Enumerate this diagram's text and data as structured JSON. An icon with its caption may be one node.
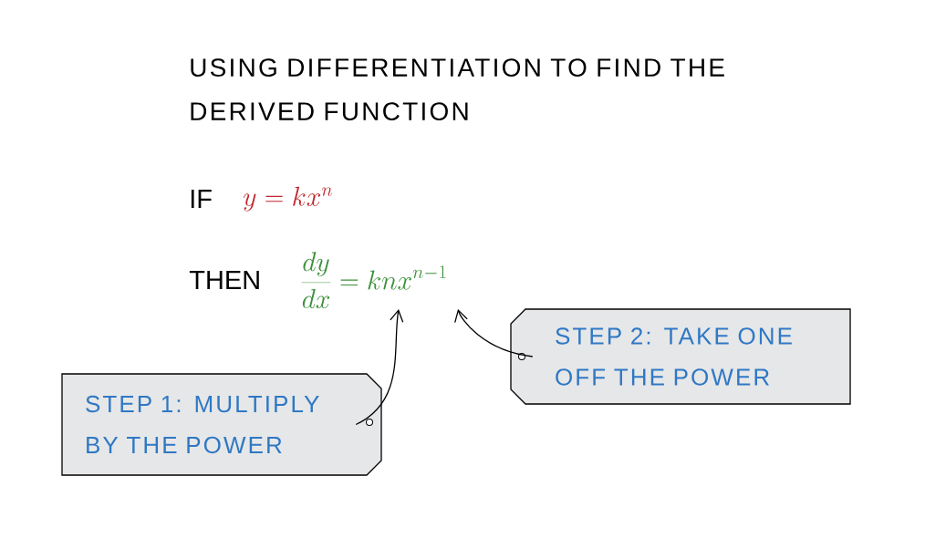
{
  "diagram": {
    "title": "USING DIFFERENTIATION TO FIND THE DERIVED FUNCTION",
    "nodes": [
      {
        "text": [
          "STEP 1: MULTIPLY BY THE POWER"
        ]
      },
      {
        "text": [
          "STEP 2: TAKE ONE OFF THE POWER"
        ]
      },
      {
        "text": [
          "\\frac{dy}{dx} = knx^{n-1}"
        ]
      }
    ],
    "edges": [
      {
        "from": 0,
        "to": 2,
        "arrow": "to"
      },
      {
        "from": 1,
        "to": 2,
        "arrow": "to"
      }
    ],
    "labels": [
      "IF",
      "y = kx^{n}",
      "THEN"
    ]
  }
}
